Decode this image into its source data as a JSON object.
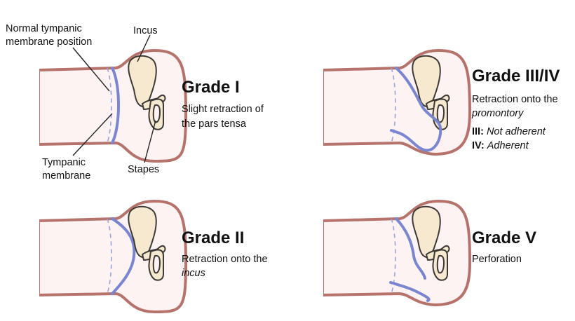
{
  "labels": {
    "normal_position_line1": "Normal tympanic",
    "normal_position_line2": "membrane position",
    "incus": "Incus",
    "tympanic_line1": "Tympanic",
    "tympanic_line2": "membrane",
    "stapes": "Stapes"
  },
  "grades": [
    {
      "title": "Grade I",
      "desc_line1": "Slight retraction of",
      "desc_line2": "the pars tensa"
    },
    {
      "title": "Grade II",
      "desc_line1": "Retraction onto the",
      "desc_line2": "incus"
    },
    {
      "title": "Grade III/IV",
      "desc_line1": "Retraction onto the",
      "desc_line2": "promontory",
      "sub3_label": "III:",
      "sub3_text": "Not adherent",
      "sub4_label": "IV:",
      "sub4_text": "Adherent"
    },
    {
      "title": "Grade V",
      "desc_line1": "Perforation"
    }
  ],
  "colors": {
    "canal_fill": "#fdf3f3",
    "canal_outline": "#b5736c",
    "membrane": "#7a86cf",
    "ossicle_fill": "#f7e9cf"
  }
}
